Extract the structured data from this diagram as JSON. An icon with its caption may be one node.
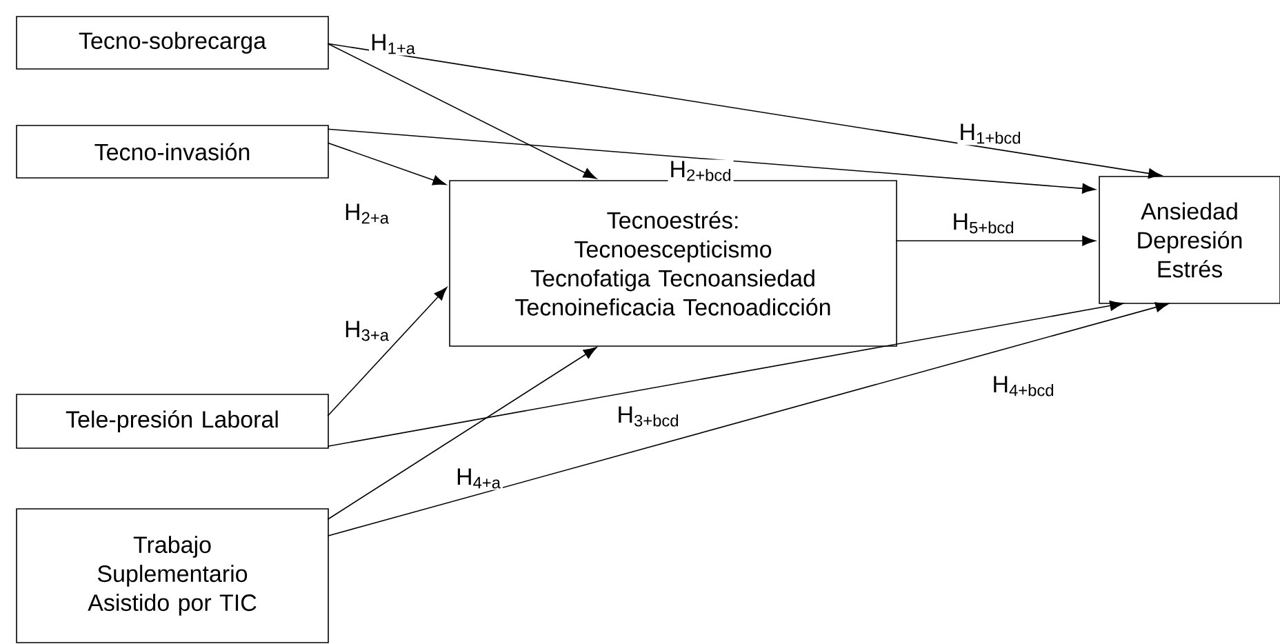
{
  "diagram": {
    "nodes": [
      {
        "text": [
          "Tecno-sobrecarga"
        ]
      },
      {
        "text": [
          "Tecno-invasión"
        ]
      },
      {
        "text": [
          "Tele-presión Laboral"
        ]
      },
      {
        "text": [
          "Trabajo Suplementario Asistido por TIC"
        ]
      },
      {
        "text": [
          "Tecnoestrés:",
          "Tecnoescepticismo Tecnofatiga Tecnoansiedad Tecnoineficacia Tecnoadicción"
        ]
      },
      {
        "text": [
          "Ansiedad Depresión Estrés"
        ]
      }
    ],
    "edges": [
      {
        "from": 0,
        "to": 4,
        "arrow": "to",
        "label": "H$_{1+a}$"
      },
      {
        "from": 0,
        "to": 5,
        "arrow": "to",
        "label": "H$_{1+bcd}$"
      },
      {
        "from": 1,
        "to": 5,
        "arrow": "to",
        "label": "H$_{2+bcd}$"
      },
      {
        "from": 1,
        "to": 4,
        "arrow": "to",
        "label": "H$_{2+a}$"
      },
      {
        "from": 4,
        "to": 5,
        "arrow": "to",
        "label": "H$_{5+bcd}$"
      },
      {
        "from": 2,
        "to": 4,
        "arrow": "to",
        "label": "H$_{3+a}$"
      },
      {
        "from": 2,
        "to": 5,
        "arrow": "to",
        "label": "H$_{3+bcd}$"
      },
      {
        "from": 3,
        "to": 4,
        "arrow": "to",
        "label": "H$_{4+a}$"
      },
      {
        "from": 3,
        "to": 5,
        "arrow": "to",
        "label": "H$_{4+bcd}$"
      }
    ]
  }
}
